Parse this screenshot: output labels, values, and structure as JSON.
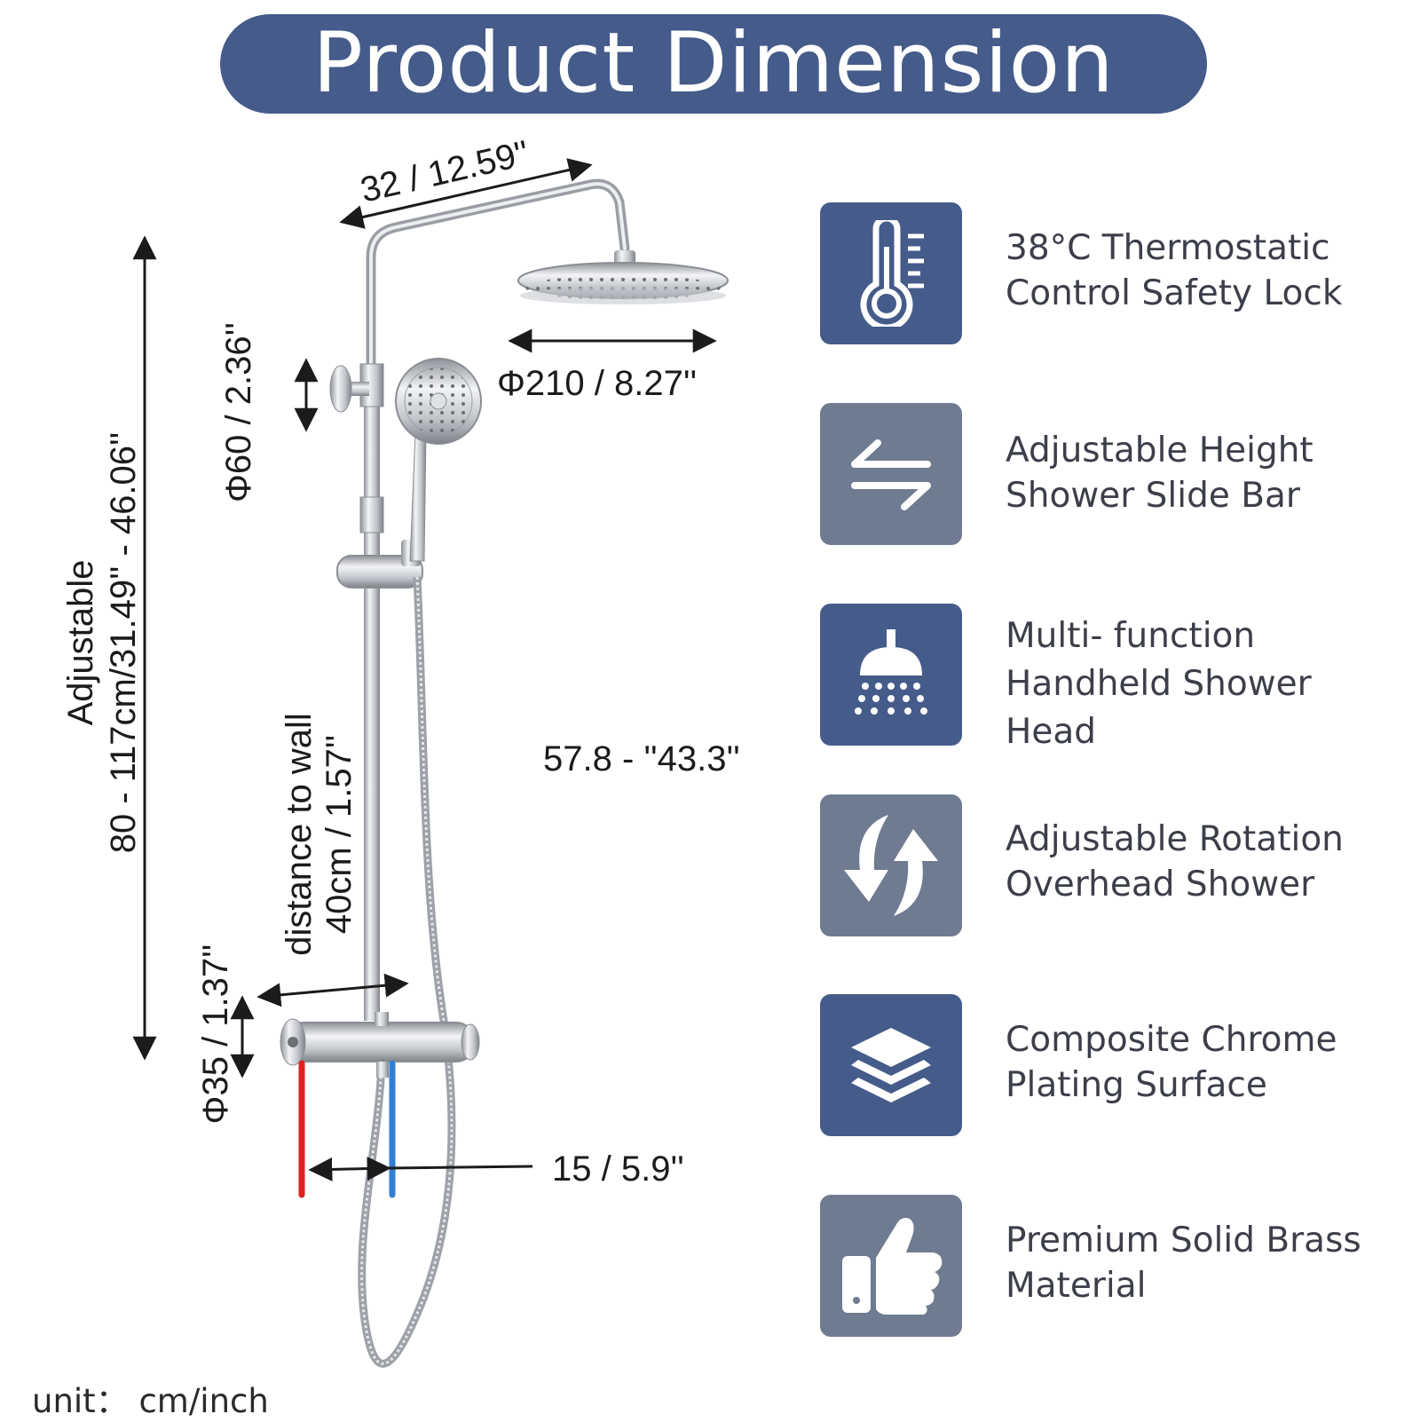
{
  "title": "Product Dimension",
  "colors": {
    "title_bg": "#455b8a",
    "icon_blue": "#455b8a",
    "icon_gray": "#6f7b90",
    "hot_pipe": "#e02020",
    "cold_pipe": "#2f7fd6",
    "chrome": "#b8bcc2"
  },
  "dimensions": {
    "arm_length": "32 / 12.59''",
    "top_shower_diameter": "Φ210 / 8.27''",
    "hand_shower_diameter": "Φ60 / 2.36''",
    "height_adjustable_line1": "Adjustable",
    "height_adjustable_line2": "80 - 117cm/31.49'' - 46.06''",
    "wall_distance_line1": "distance to wall",
    "wall_distance_line2": "40cm / 1.57''",
    "valve_diameter": "Φ35 / 1.37''",
    "inlet_spacing": "15 / 5.9''",
    "hose_length": "57.8 - ''43.3''"
  },
  "features": [
    {
      "icon": "thermometer-icon",
      "bg": "#455b8a",
      "lines": [
        "38°C Thermostatic",
        "Control Safety Lock"
      ]
    },
    {
      "icon": "swap-arrows-icon",
      "bg": "#6f7b90",
      "lines": [
        "Adjustable Height",
        "Shower Slide Bar"
      ]
    },
    {
      "icon": "shower-head-icon",
      "bg": "#455b8a",
      "lines": [
        "Multi- function",
        "Handheld Shower",
        "Head"
      ]
    },
    {
      "icon": "rotation-arrows-icon",
      "bg": "#6f7b90",
      "lines": [
        "Adjustable Rotation",
        "Overhead Shower"
      ]
    },
    {
      "icon": "layers-icon",
      "bg": "#455b8a",
      "lines": [
        "Composite Chrome",
        "Plating Surface"
      ]
    },
    {
      "icon": "thumbs-up-icon",
      "bg": "#6f7b90",
      "lines": [
        "Premium Solid Brass",
        "Material"
      ]
    }
  ],
  "unit_note": "unit： cm/inch"
}
